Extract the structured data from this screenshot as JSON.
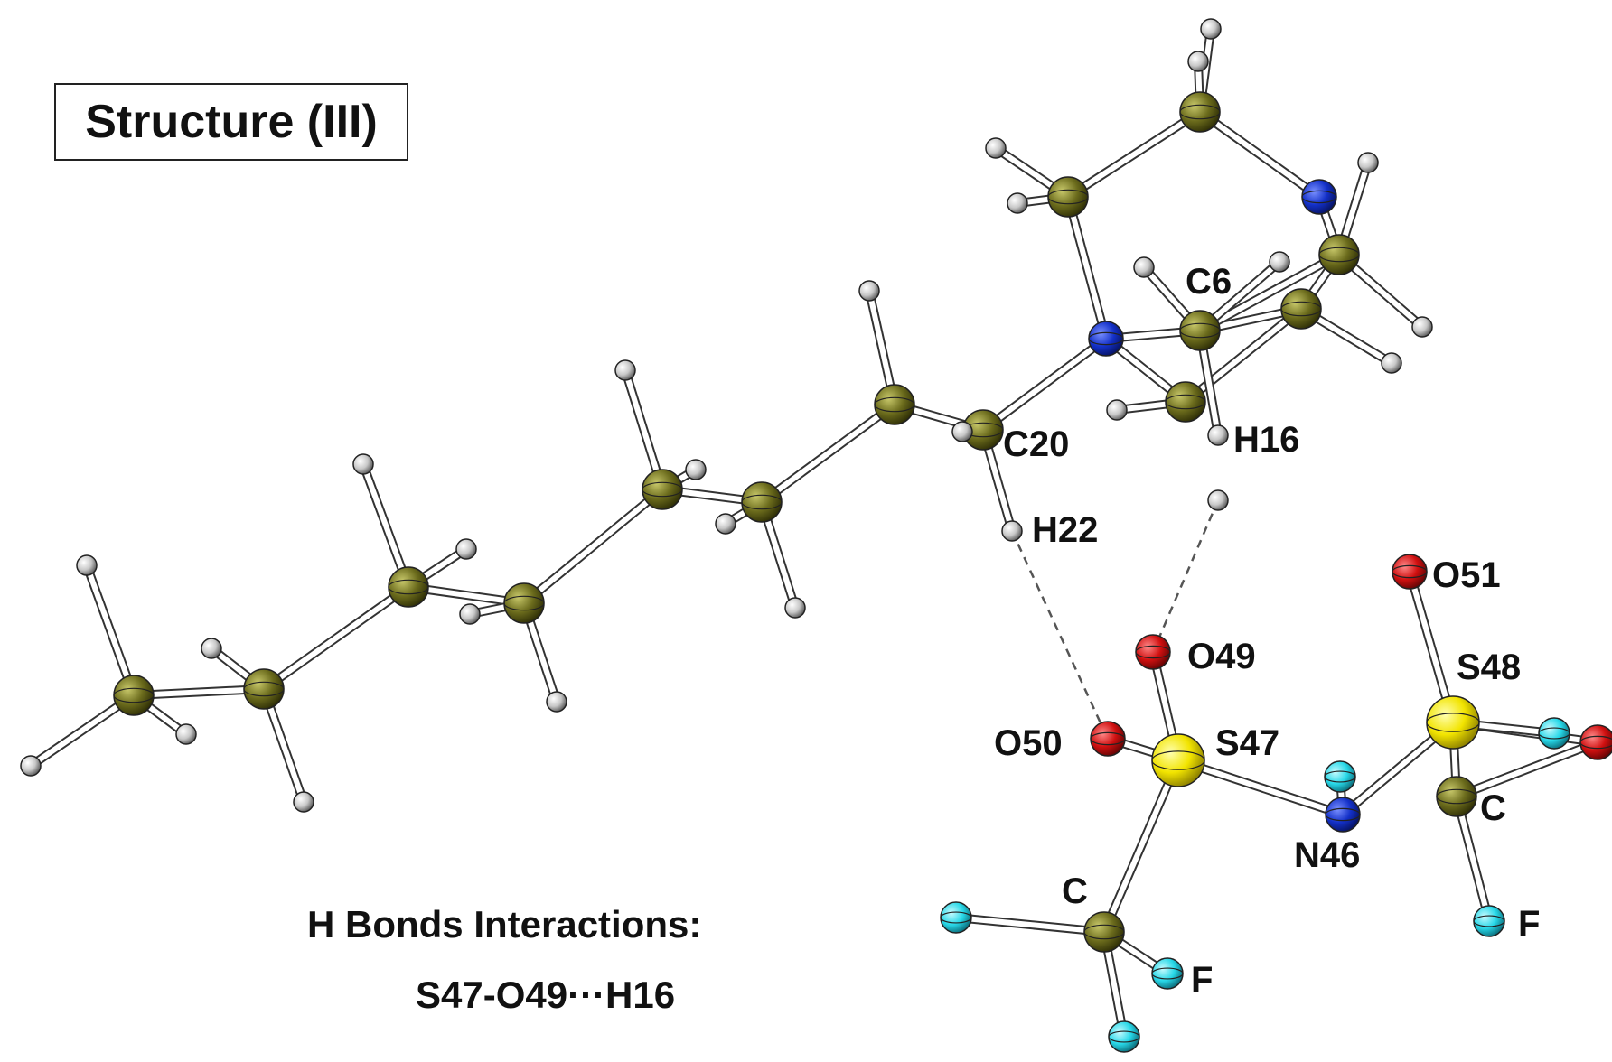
{
  "title": "Structure (III)",
  "hbonds": {
    "heading": "H Bonds Interactions:",
    "items": [
      "S47-O49···H16",
      ""
    ]
  },
  "atom_labels": {
    "C6": "C6",
    "C20": "C20",
    "H16": "H16",
    "H22": "H22",
    "O51": "O51",
    "O49": "O49",
    "S48": "S48",
    "O50": "O50",
    "S47": "S47",
    "N46": "N46",
    "C_right": "C",
    "C_left": "C",
    "F_right": "F",
    "F_left": "F"
  },
  "colors": {
    "carbon": "#6b6b1c",
    "nitrogen": "#1330c8",
    "oxygen": "#d01010",
    "sulfur": "#f2e400",
    "fluorine": "#28d8e8",
    "hydrogen": "#c8c8c8",
    "bond": "#ffffff"
  }
}
